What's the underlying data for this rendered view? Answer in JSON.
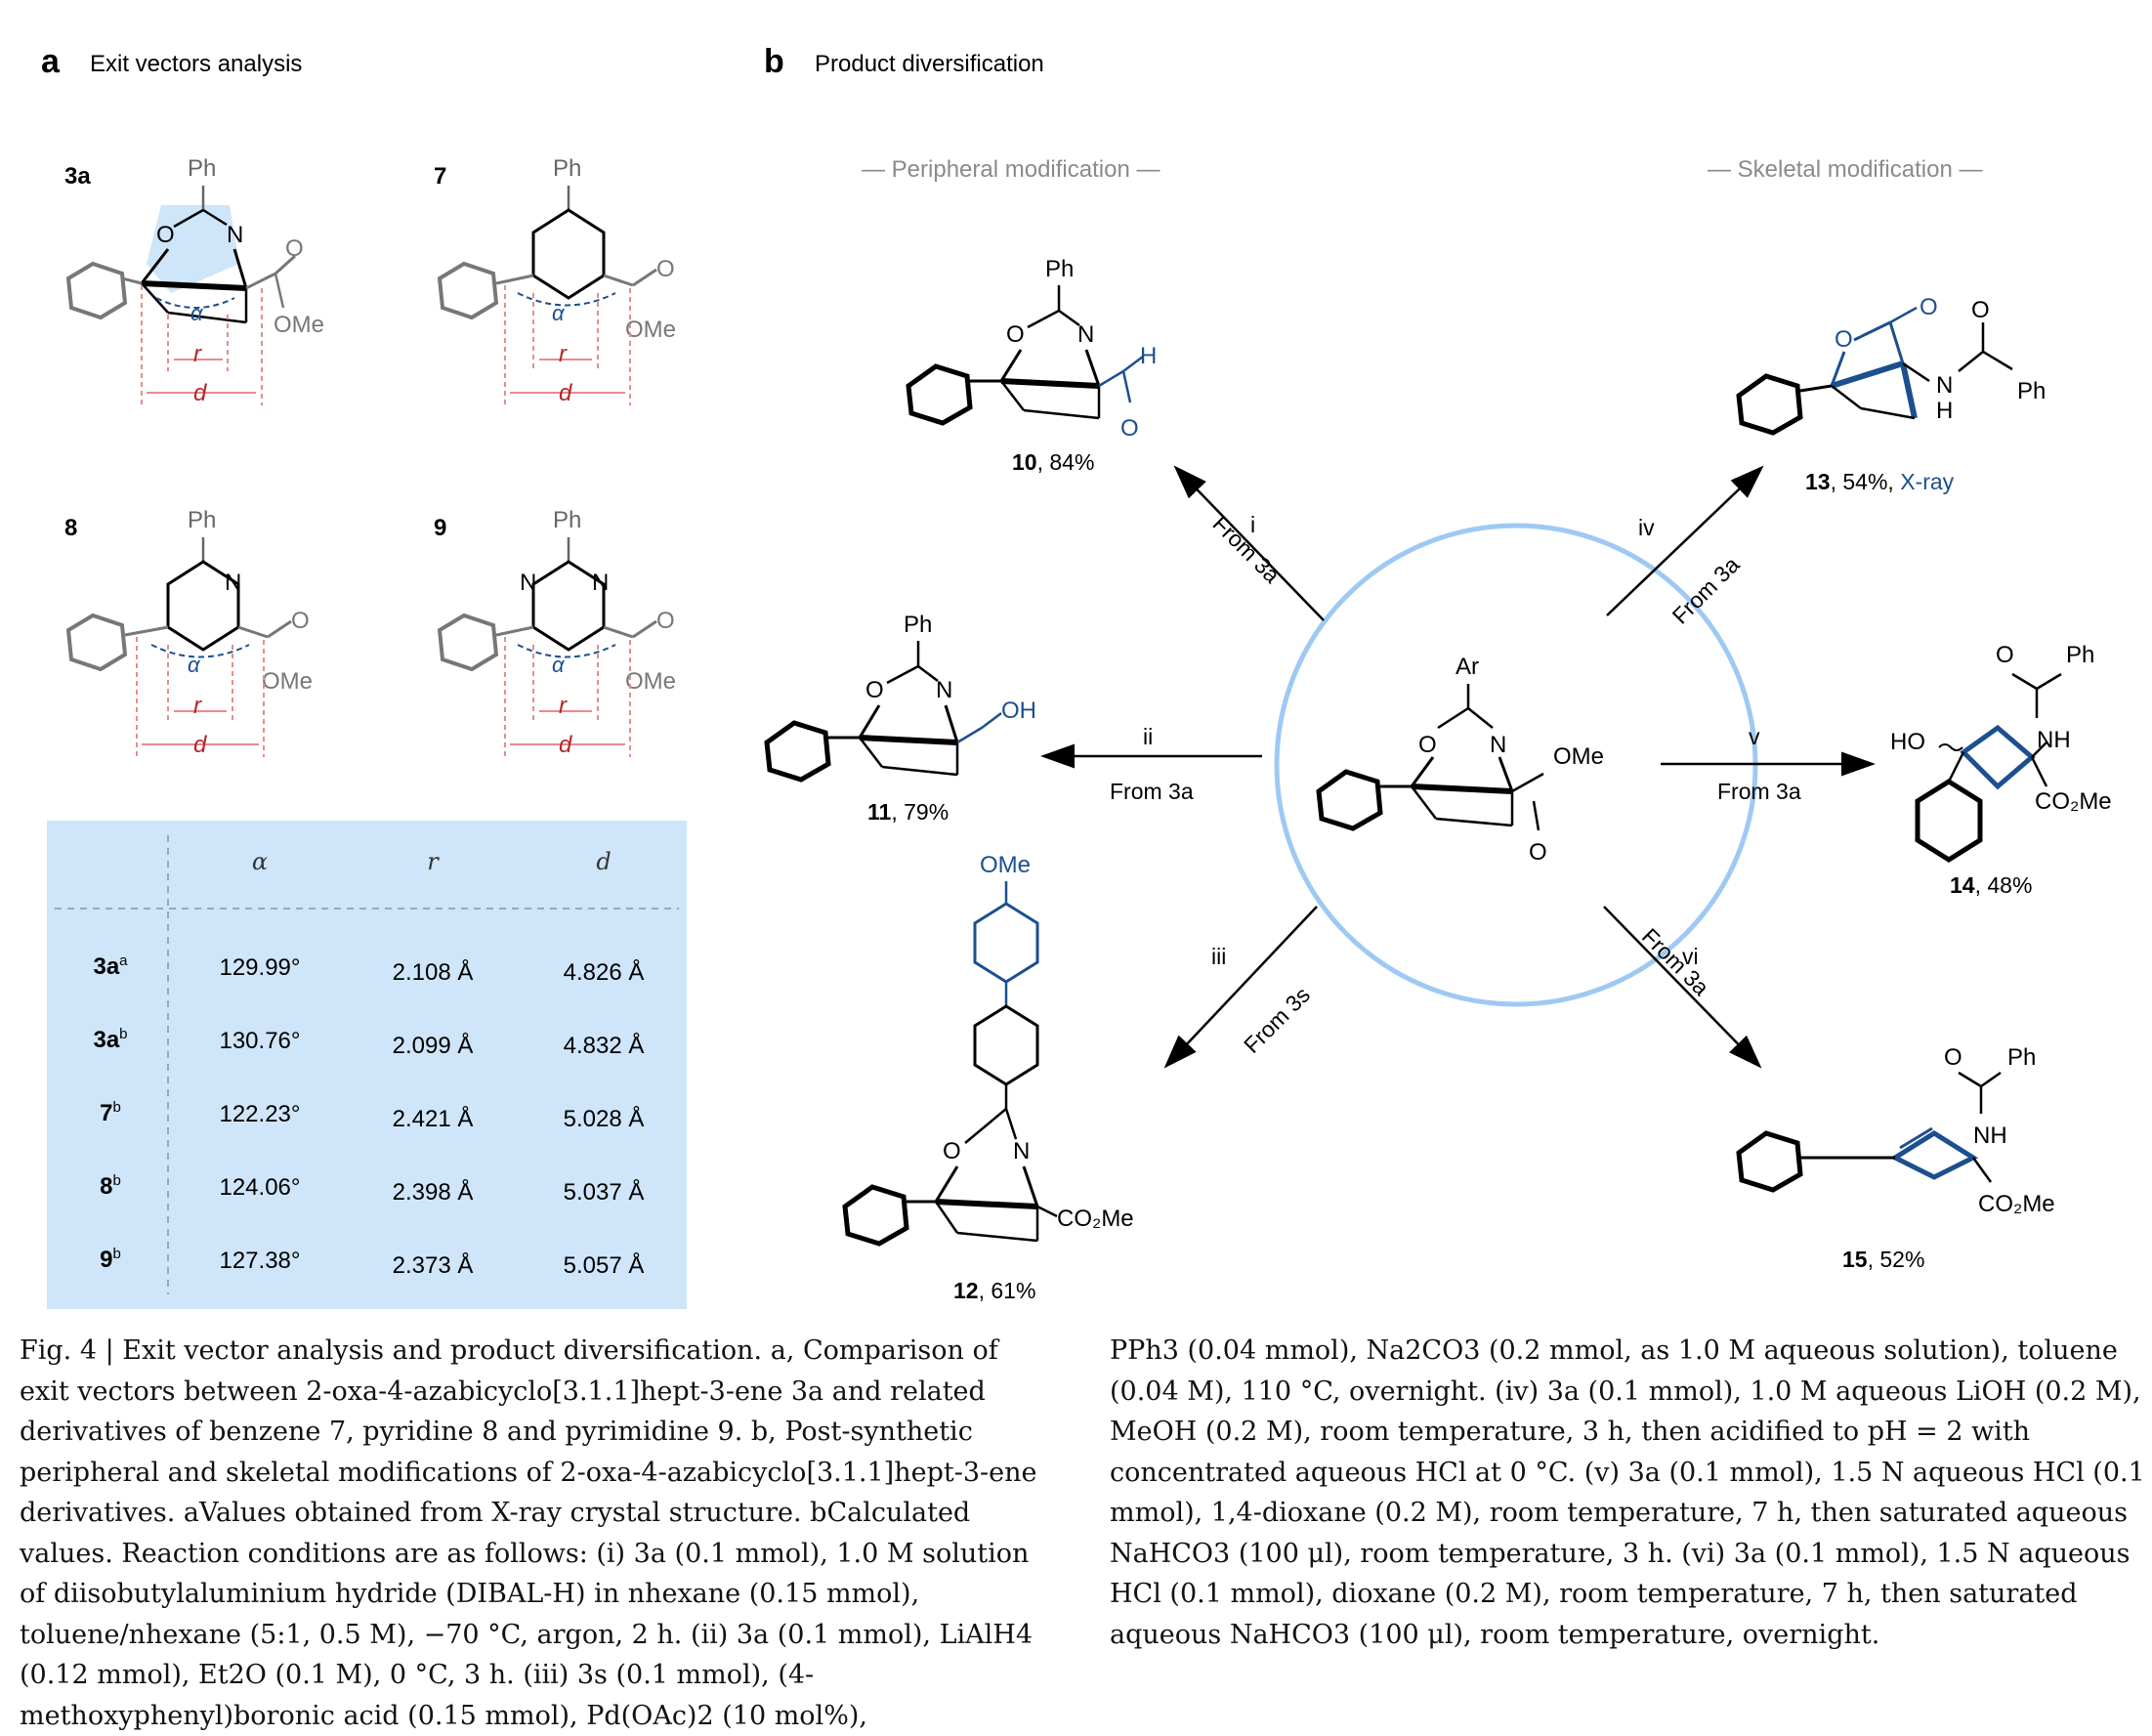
{
  "panel_a": {
    "letter": "a",
    "title": "Exit vectors analysis"
  },
  "panel_b": {
    "letter": "b",
    "title": "Product diversification",
    "peripheral": "Peripheral modification",
    "skeletal": "Skeletal modification"
  },
  "structures_a": {
    "s3a": {
      "label": "3a",
      "ph": "Ph",
      "o": "O",
      "n": "N",
      "ome": "OMe",
      "o2": "O",
      "alpha": "α",
      "r": "r",
      "d": "d"
    },
    "s7": {
      "label": "7",
      "ph": "Ph",
      "ome": "OMe",
      "o2": "O",
      "alpha": "α",
      "r": "r",
      "d": "d"
    },
    "s8": {
      "label": "8",
      "ph": "Ph",
      "n": "N",
      "ome": "OMe",
      "o2": "O",
      "alpha": "α",
      "r": "r",
      "d": "d"
    },
    "s9": {
      "label": "9",
      "ph": "Ph",
      "n1": "N",
      "n2": "N",
      "ome": "OMe",
      "o2": "O",
      "alpha": "α",
      "r": "r",
      "d": "d"
    }
  },
  "table": {
    "headers": [
      "α",
      "r",
      "d"
    ],
    "rows": [
      {
        "label": "3a",
        "sup": "a",
        "alpha": "129.99°",
        "r": "2.108 Å",
        "d": "4.826 Å"
      },
      {
        "label": "3a",
        "sup": "b",
        "alpha": "130.76°",
        "r": "2.099 Å",
        "d": "4.832 Å"
      },
      {
        "label": "7",
        "sup": "b",
        "alpha": "122.23°",
        "r": "2.421 Å",
        "d": "5.028 Å"
      },
      {
        "label": "8",
        "sup": "b",
        "alpha": "124.06°",
        "r": "2.398 Å",
        "d": "5.037 Å"
      },
      {
        "label": "9",
        "sup": "b",
        "alpha": "127.38°",
        "r": "2.373 Å",
        "d": "5.057 Å"
      }
    ]
  },
  "center": {
    "ar": "Ar",
    "o": "O",
    "n": "N",
    "ome": "OMe",
    "o2": "O"
  },
  "products": {
    "p10": {
      "num": "10",
      "yield": ", 84%",
      "ph": "Ph",
      "o": "O",
      "n": "N",
      "h": "H",
      "ald_o": "O"
    },
    "p11": {
      "num": "11",
      "yield": ", 79%",
      "ph": "Ph",
      "o": "O",
      "n": "N",
      "oh": "OH"
    },
    "p12": {
      "num": "12",
      "yield": ", 61%",
      "ome": "OMe",
      "o": "O",
      "n": "N",
      "co2me": "CO₂Me"
    },
    "p13": {
      "num": "13",
      "yield": ", 54%, ",
      "xray": "X-ray",
      "o": "O",
      "o2": "O",
      "o3": "O",
      "n": "N",
      "h": "H",
      "ph": "Ph"
    },
    "p14": {
      "num": "14",
      "yield": ", 48%",
      "ho": "HO",
      "o": "O",
      "ph": "Ph",
      "nh": "NH",
      "co2me": "CO₂Me"
    },
    "p15": {
      "num": "15",
      "yield": ", 52%",
      "o": "O",
      "ph": "Ph",
      "nh": "NH",
      "co2me": "CO₂Me"
    }
  },
  "arrows": {
    "i": {
      "num": "i",
      "from": "From 3a"
    },
    "ii": {
      "num": "ii",
      "from": "From 3a"
    },
    "iii": {
      "num": "iii",
      "from": "From 3s"
    },
    "iv": {
      "num": "iv",
      "from": "From 3a"
    },
    "v": {
      "num": "v",
      "from": "From 3a"
    },
    "vi": {
      "num": "vi",
      "from": "From 3a"
    }
  },
  "caption": {
    "left": "Fig. 4 | Exit vector analysis and product diversification. a, Comparison of exit vectors between 2-oxa-4-azabicyclo[3.1.1]hept-3-ene 3a and related derivatives of benzene 7, pyridine 8 and pyrimidine 9. b, Post-synthetic peripheral and skeletal modifications of 2-oxa-4-azabicyclo[3.1.1]hept-3-ene derivatives. aValues obtained from X-ray crystal structure. bCalculated values. Reaction conditions are as follows: (i) 3a (0.1 mmol), 1.0 M solution of diisobutylaluminium hydride (DIBAL-H) in nhexane (0.15 mmol), toluene/nhexane (5:1, 0.5 M), −70 °C, argon, 2 h. (ii) 3a (0.1 mmol), LiAlH4 (0.12 mmol), Et2O (0.1 M), 0 °C, 3 h. (iii) 3s (0.1 mmol), (4-methoxyphenyl)boronic acid (0.15 mmol), Pd(OAc)2 (10 mol%),",
    "right": "PPh3 (0.04 mmol), Na2CO3 (0.2 mmol, as 1.0 M aqueous solution), toluene (0.04 M), 110 °C, overnight. (iv) 3a (0.1 mmol), 1.0 M aqueous LiOH (0.2 M), MeOH (0.2 M), room temperature, 3 h, then acidified to pH = 2 with concentrated aqueous HCl at 0 °C. (v) 3a (0.1 mmol), 1.5 N aqueous HCl (0.1 mmol), 1,4-dioxane (0.2 M), room temperature, 7 h, then saturated aqueous NaHCO3 (100 μl), room temperature, 3 h. (vi) 3a (0.1 mmol), 1.5 N aqueous HCl (0.1 mmol), dioxane (0.2 M), room temperature, 7 h, then saturated aqueous NaHCO3 (100 μl), room temperature, overnight."
  },
  "colors": {
    "blue": "#1c4f8e",
    "ring": "#9ec9f3",
    "table_bg": "#cfe5f9",
    "dim_red": "#e88c8c"
  }
}
